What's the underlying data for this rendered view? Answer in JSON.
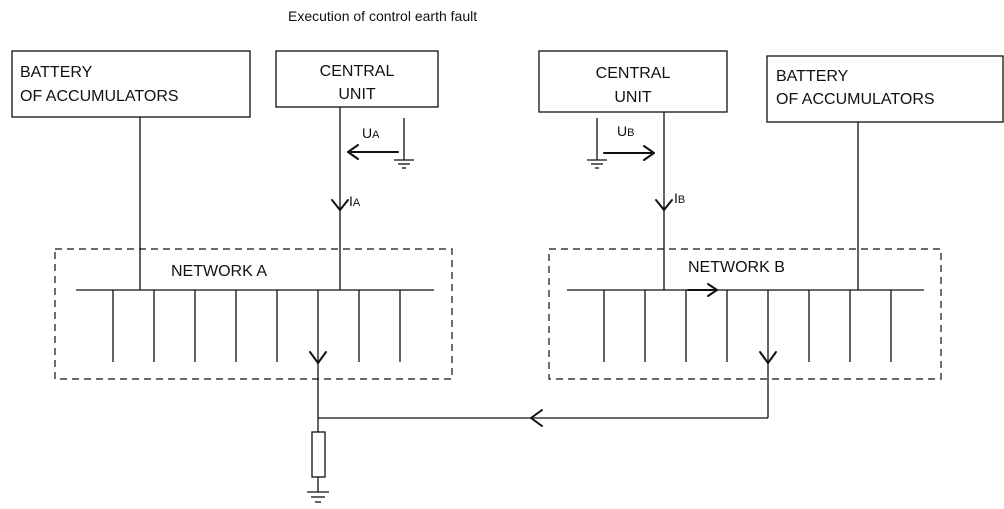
{
  "title": "Execution of control earth fault",
  "left": {
    "battery": {
      "line1": "BATTERY",
      "line2": "OF ACCUMULATORS"
    },
    "central_unit": {
      "line1": "CENTRAL",
      "line2": "UNIT"
    },
    "voltage": {
      "main": "U",
      "sub": "A"
    },
    "current": {
      "main": "I",
      "sub": "A"
    },
    "network": "NETWORK A"
  },
  "right": {
    "battery": {
      "line1": "BATTERY",
      "line2": "OF ACCUMULATORS"
    },
    "central_unit": {
      "line1": "CENTRAL",
      "line2": "UNIT"
    },
    "voltage": {
      "main": "U",
      "sub": "B"
    },
    "current": {
      "main": "I",
      "sub": "B"
    },
    "network": "NETWORK B"
  }
}
